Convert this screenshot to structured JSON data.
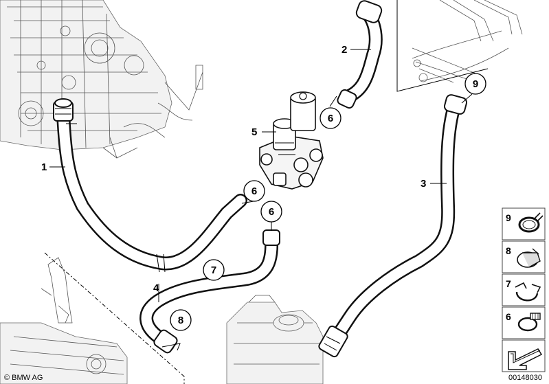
{
  "callouts": {
    "c1": "1",
    "c2": "2",
    "c3": "3",
    "c4": "4",
    "c5": "5",
    "c6a": "6",
    "c6b": "6",
    "c6c": "6",
    "c7": "7",
    "c8": "8",
    "c9": "9"
  },
  "legend": {
    "items": [
      {
        "number": "9",
        "part": "hose-clamp-spring-icon"
      },
      {
        "number": "8",
        "part": "hose-clamp-band-icon"
      },
      {
        "number": "7",
        "part": "hose-clamp-clip-icon"
      },
      {
        "number": "6",
        "part": "hose-clamp-screw-icon"
      }
    ]
  },
  "footer": {
    "copyright": "© BMW AG",
    "diagram_id": "00148030"
  }
}
